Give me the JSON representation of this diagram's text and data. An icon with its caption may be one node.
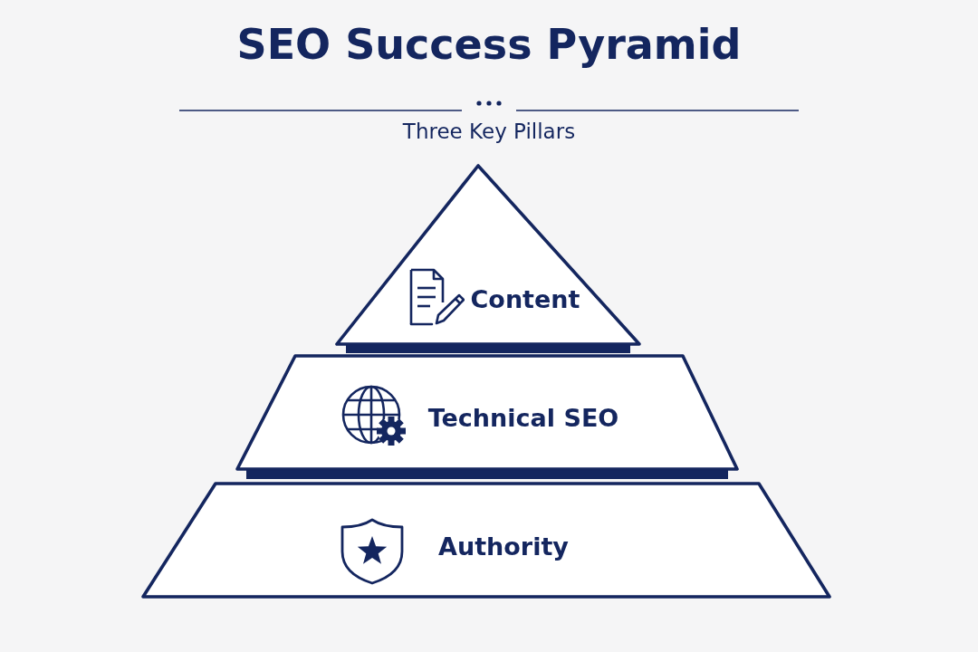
{
  "diagram": {
    "title": "SEO Success Pyramid",
    "nodes": [
      {
        "text": [
          "Content"
        ]
      },
      {
        "text": [
          "Technical SEO"
        ]
      },
      {
        "text": [
          "Authority"
        ]
      }
    ],
    "labels": [
      "Three Key Pillars"
    ]
  }
}
